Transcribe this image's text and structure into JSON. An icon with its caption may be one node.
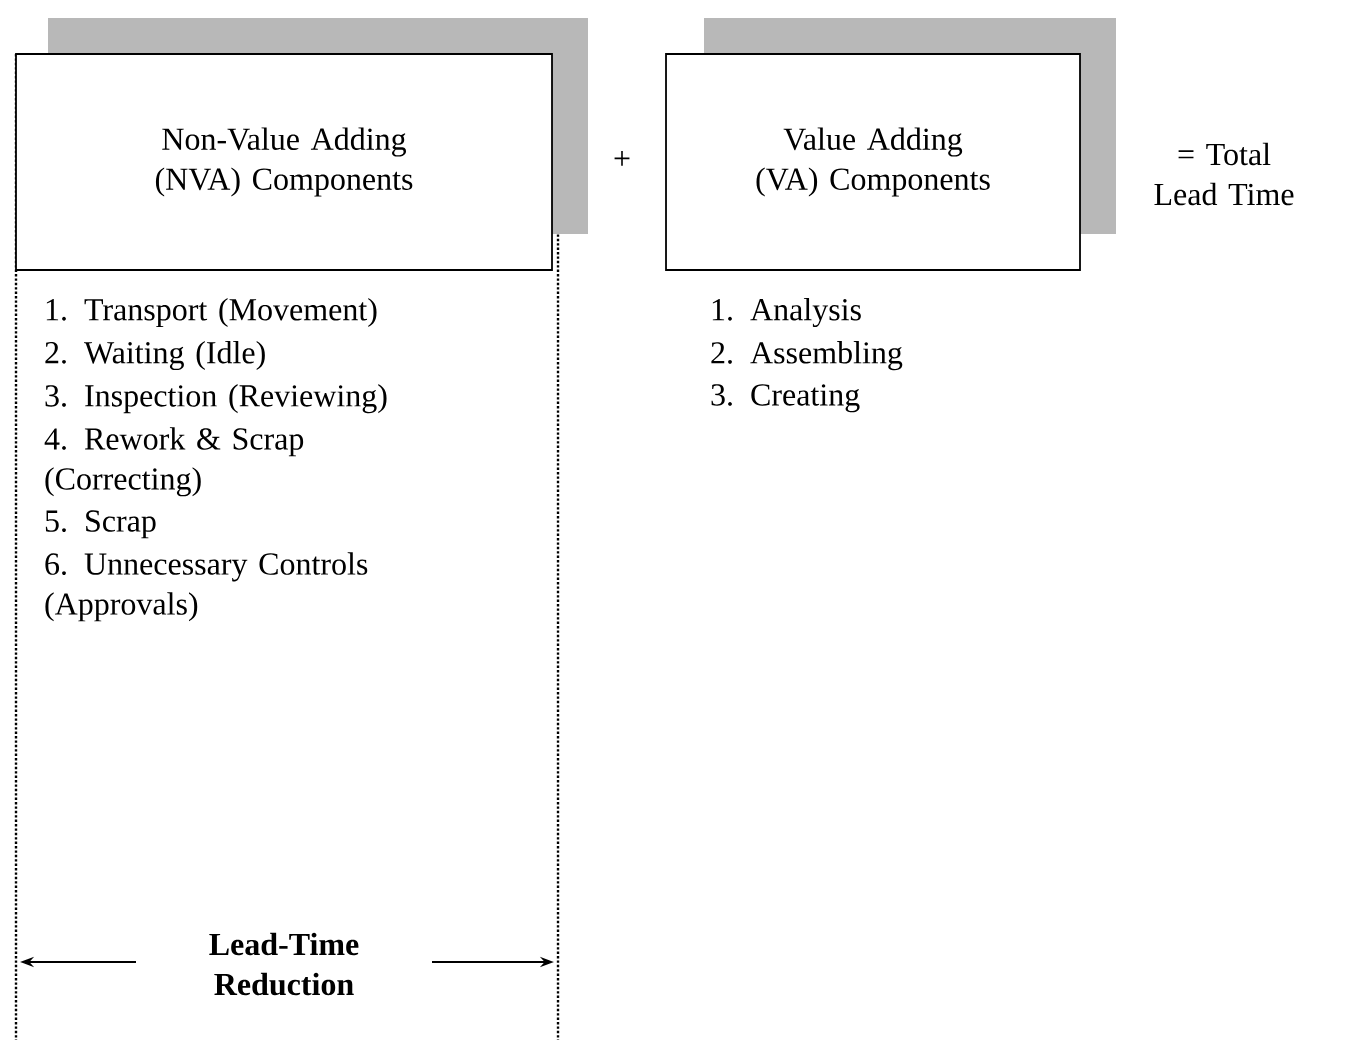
{
  "diagram": {
    "nodes": [
      {
        "text": [
          "Non-Value Adding (NVA) Components"
        ]
      },
      {
        "text": [
          "Value Adding (VA) Components"
        ]
      }
    ],
    "labels": [
      "+",
      "= Total Lead Time",
      "1. Transport (Movement)",
      "2. Waiting (Idle)",
      "3. Inspection (Reviewing)",
      "4. Rework & Scrap (Correcting)",
      "5. Scrap",
      "6. Unnecessary Controls (Approvals)",
      "1. Analysis",
      "2. Assembling",
      "3. Creating",
      "Lead-Time Reduction"
    ]
  }
}
